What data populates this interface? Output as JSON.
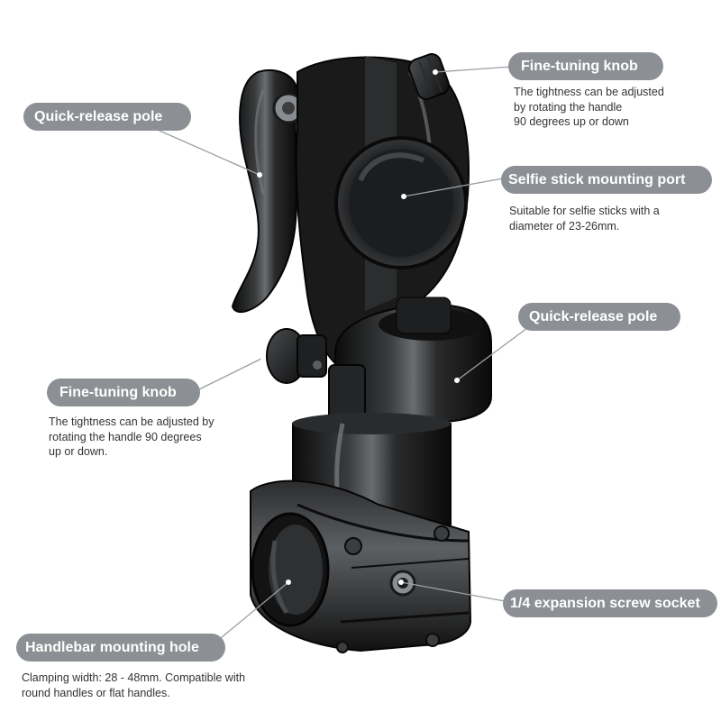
{
  "callouts": [
    {
      "id": "fine-tuning-knob-top",
      "title": "Fine-tuning knob",
      "description": "The tightness can be adjusted\nby rotating the handle\n90 degrees up or down"
    },
    {
      "id": "quick-release-pole-top",
      "title": "Quick-release pole",
      "description": ""
    },
    {
      "id": "selfie-stick-mounting-port",
      "title": "Selfie stick mounting port",
      "description": "Suitable for selfie sticks with a\ndiameter of 23-26mm."
    },
    {
      "id": "quick-release-pole-right",
      "title": "Quick-release pole",
      "description": ""
    },
    {
      "id": "fine-tuning-knob-left",
      "title": "Fine-tuning knob",
      "description": "The tightness can be adjusted by\nrotating the handle 90 degrees\nup or down."
    },
    {
      "id": "expansion-screw-socket",
      "title": "1/4 expansion screw socket",
      "description": ""
    },
    {
      "id": "handlebar-mounting-hole",
      "title": "Handlebar mounting hole",
      "description": "Clamping width: 28 - 48mm. Compatible with\nround handles or flat handles."
    }
  ],
  "colors": {
    "label_background": "#8c8f93",
    "label_text": "#ffffff",
    "leader_line": "#9a9ea3",
    "description_text": "#333333",
    "metal_dark": "#111111",
    "metal_highlight": "#6a6d70"
  },
  "icons": [
    "product-photo-bike-mount"
  ]
}
